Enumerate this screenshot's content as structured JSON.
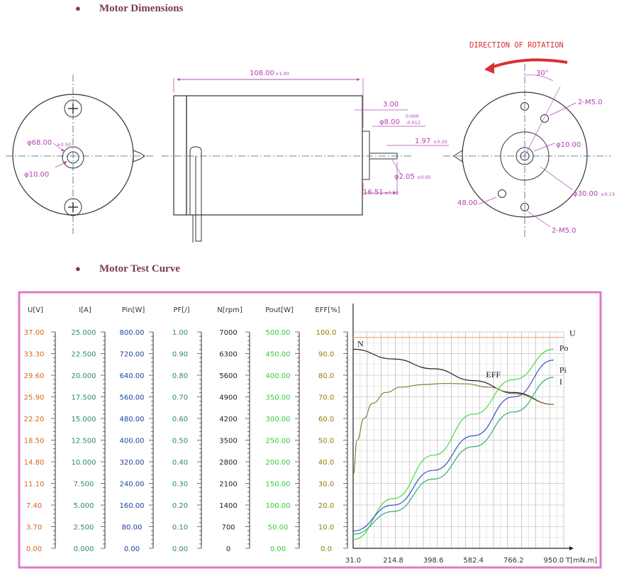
{
  "headings": {
    "dimensions": "Motor Dimensions",
    "curve": "Motor Test Curve"
  },
  "drawing": {
    "direction_label": "DIRECTION OF ROTATION",
    "angle_label": "30°",
    "length_label": "108.00",
    "length_tol": "±1.00",
    "diameter_body": "φ68.00",
    "diameter_body_tol": "±0.50",
    "boss_left": "φ10.00",
    "shaft_len": "3.00",
    "shaft_dia": "φ8.00",
    "shaft_dia_tol_hi": "0.000",
    "shaft_dia_tol_lo": "-0.012",
    "flat_depth": "1.97",
    "flat_depth_tol": "±0.20",
    "shaft_small": "φ2.05",
    "shaft_small_tol": "±0.05",
    "boss_len": "16.51",
    "boss_len_tol": "±0.50",
    "thread_top": "2-M5.0",
    "thread_bottom": "2-M5.0",
    "boss_right": "φ10.00",
    "pcd": "φ30.00",
    "pcd_tol": "±0.13",
    "hole_spacing": "48.00",
    "colors": {
      "dimension": "#b044b0",
      "outline": "#333333",
      "arrow": "#d83030"
    }
  },
  "chart_data": {
    "type": "line",
    "axes": [
      {
        "header": "U[V]",
        "ticks": [
          "0.00",
          "3.70",
          "7.40",
          "11.10",
          "14.80",
          "18.50",
          "22.20",
          "25.90",
          "29.60",
          "33.30",
          "37.00"
        ],
        "color": "#d2691e"
      },
      {
        "header": "I[A]",
        "ticks": [
          "0.000",
          "2.500",
          "5.000",
          "7.500",
          "10.000",
          "12.500",
          "15.000",
          "17.500",
          "20.000",
          "22.500",
          "25.000"
        ],
        "color": "#2e8b57"
      },
      {
        "header": "Pin[W]",
        "ticks": [
          "0.00",
          "80.00",
          "160.00",
          "240.00",
          "320.00",
          "400.00",
          "480.00",
          "560.00",
          "640.00",
          "720.00",
          "800.00"
        ],
        "color": "#1f3fa5"
      },
      {
        "header": "PF[/]",
        "ticks": [
          "0.00",
          "0.10",
          "0.20",
          "0.30",
          "0.40",
          "0.50",
          "0.60",
          "0.70",
          "0.80",
          "0.90",
          "1.00"
        ],
        "color": "#2e8b57"
      },
      {
        "header": "N[rpm]",
        "ticks": [
          "0",
          "700",
          "1400",
          "2100",
          "2800",
          "3500",
          "4200",
          "4900",
          "5600",
          "6300",
          "7000"
        ],
        "color": "#222222"
      },
      {
        "header": "Pout[W]",
        "ticks": [
          "0.00",
          "50.00",
          "100.00",
          "150.00",
          "200.00",
          "250.00",
          "300.00",
          "350.00",
          "400.00",
          "450.00",
          "500.00"
        ],
        "color": "#32cd32"
      },
      {
        "header": "EFF[%]",
        "ticks": [
          "0.0",
          "10.0",
          "20.0",
          "30.0",
          "40.0",
          "50.0",
          "60.0",
          "70.0",
          "80.0",
          "90.0",
          "100.0"
        ],
        "color": "#8b7d00"
      }
    ],
    "x_ticks": [
      "31.0",
      "214.8",
      "398.6",
      "582.4",
      "766.2",
      "950.0"
    ],
    "x_label": "T[mN.m]",
    "xlim": [
      31.0,
      996.0
    ],
    "ylim": [
      0,
      100
    ],
    "series": [
      {
        "name": "U",
        "color": "#e8a890",
        "x": [
          31.0,
          996.0
        ],
        "y": [
          97.5,
          97.5
        ]
      },
      {
        "name": "N",
        "color": "#222222",
        "x": [
          31.0,
          214.8,
          398.6,
          582.4,
          766.2,
          950.0
        ],
        "y": [
          92.0,
          87.5,
          83.0,
          77.5,
          72.0,
          66.5
        ]
      },
      {
        "name": "EFF",
        "color": "#8b7d3a",
        "x": [
          31.0,
          50.0,
          80.0,
          120.0,
          180.0,
          250.0,
          350.0,
          450.0,
          550.0,
          650.0,
          766.2,
          950.0
        ],
        "y": [
          34.0,
          50.0,
          60.0,
          67.0,
          72.0,
          74.5,
          75.7,
          76.2,
          76.0,
          74.5,
          71.5,
          66.5
        ]
      },
      {
        "name": "Po",
        "color": "#44dd44",
        "x": [
          31.0,
          214.8,
          398.6,
          582.4,
          766.2,
          950.0
        ],
        "y": [
          4.0,
          23.0,
          43.0,
          62.0,
          78.0,
          92.0
        ]
      },
      {
        "name": "Pi",
        "color": "#3355cc",
        "x": [
          31.0,
          214.8,
          398.6,
          582.4,
          766.2,
          950.0
        ],
        "y": [
          8.0,
          20.0,
          36.0,
          52.0,
          70.0,
          87.0
        ]
      },
      {
        "name": "I",
        "color": "#33aa77",
        "x": [
          31.0,
          214.8,
          398.6,
          582.4,
          766.2,
          950.0
        ],
        "y": [
          6.5,
          17.0,
          32.0,
          47.0,
          63.0,
          79.0
        ]
      }
    ],
    "grid": true
  }
}
